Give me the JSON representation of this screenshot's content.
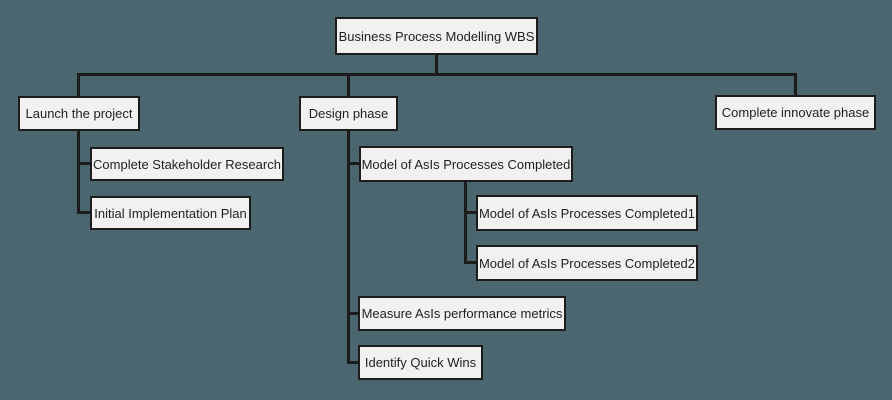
{
  "theme": {
    "bg": "#4b666e",
    "box-fill": "#f1f1f1",
    "line": "#1c1c1c",
    "text": "#1f1f1f"
  },
  "diagram_type": "work-breakdown-structure",
  "tree": {
    "label": "Business Process Modelling WBS",
    "children": [
      {
        "label": "Launch the project",
        "children": [
          {
            "label": "Complete Stakeholder Research"
          },
          {
            "label": "Initial Implementation Plan"
          }
        ]
      },
      {
        "label": "Design phase",
        "children": [
          {
            "label": "Model of AsIs Processes Completed",
            "children": [
              {
                "label": "Model of AsIs Processes Completed1"
              },
              {
                "label": "Model of AsIs Processes Completed2"
              }
            ]
          },
          {
            "label": "Measure AsIs performance metrics"
          },
          {
            "label": "Identify Quick Wins"
          }
        ]
      },
      {
        "label": "Complete innovate phase"
      }
    ]
  }
}
